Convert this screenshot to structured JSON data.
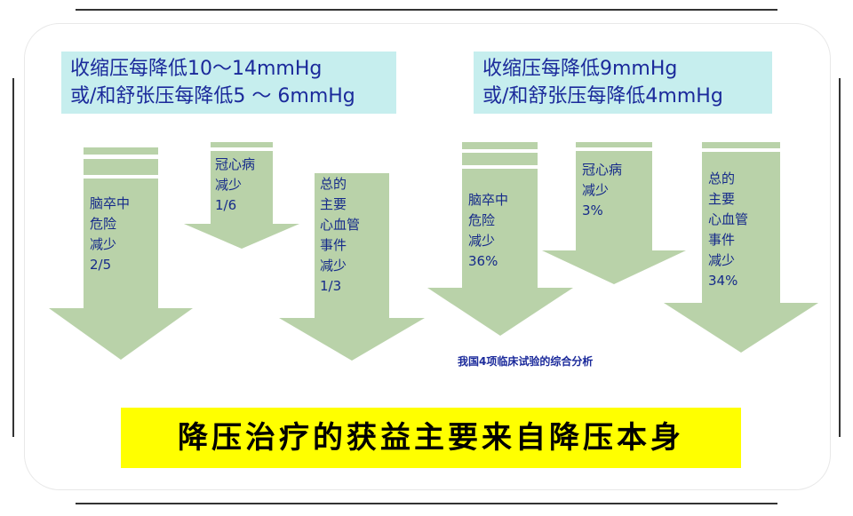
{
  "header_left": {
    "line1": "收缩压每降低10～14mmHg",
    "line2": "或/和舒张压每降低5 ～ 6mmHg"
  },
  "header_right": {
    "line1": "收缩压每降低9mmHg",
    "line2": "或/和舒张压每降低4mmHg"
  },
  "left_arrows": [
    {
      "lines": [
        "脑卒中",
        "危险",
        "减少",
        "2/5"
      ]
    },
    {
      "lines": [
        "冠心病",
        "减少",
        "1/6"
      ]
    },
    {
      "lines": [
        "总的",
        "主要",
        "心血管",
        "事件",
        "减少",
        "1/3"
      ]
    }
  ],
  "right_arrows": [
    {
      "lines": [
        "脑卒中",
        "危险",
        "减少",
        "36%"
      ]
    },
    {
      "lines": [
        "冠心病",
        "减少",
        "3%"
      ]
    },
    {
      "lines": [
        "总的",
        "主要",
        "心血管",
        "事件",
        "减少",
        "34%"
      ]
    }
  ],
  "source_note": "我国4项临床试验的综合分析",
  "banner": "降压治疗的获益主要来自降压本身",
  "colors": {
    "arrow": "#b9d2a9",
    "header_bg": "#c6eeee",
    "header_text": "#1b2a9b",
    "banner_bg": "#ffff00"
  }
}
